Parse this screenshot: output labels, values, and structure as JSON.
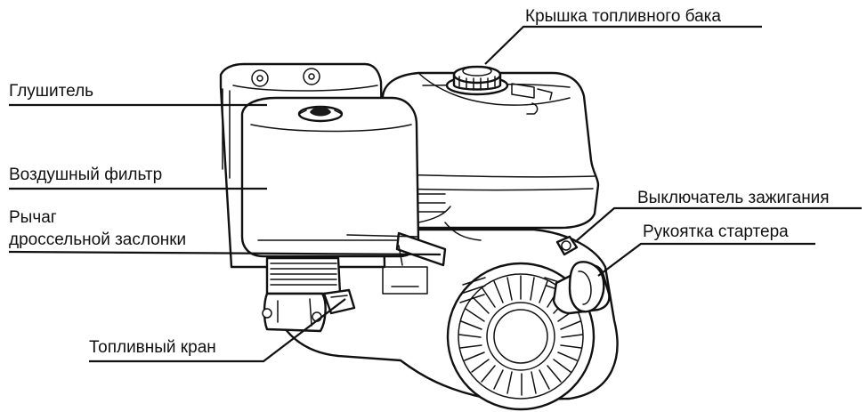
{
  "labels": {
    "fuel_cap": "Крышка топливного бака",
    "muffler": "Глушитель",
    "air_filter": "Воздушный фильтр",
    "throttle_line1": "Рычаг",
    "throttle_line2": "дроссельной заслонки",
    "ignition_switch": "Выключатель зажигания",
    "starter_handle": "Рукоятка стартера",
    "fuel_valve": "Топливный кран"
  }
}
